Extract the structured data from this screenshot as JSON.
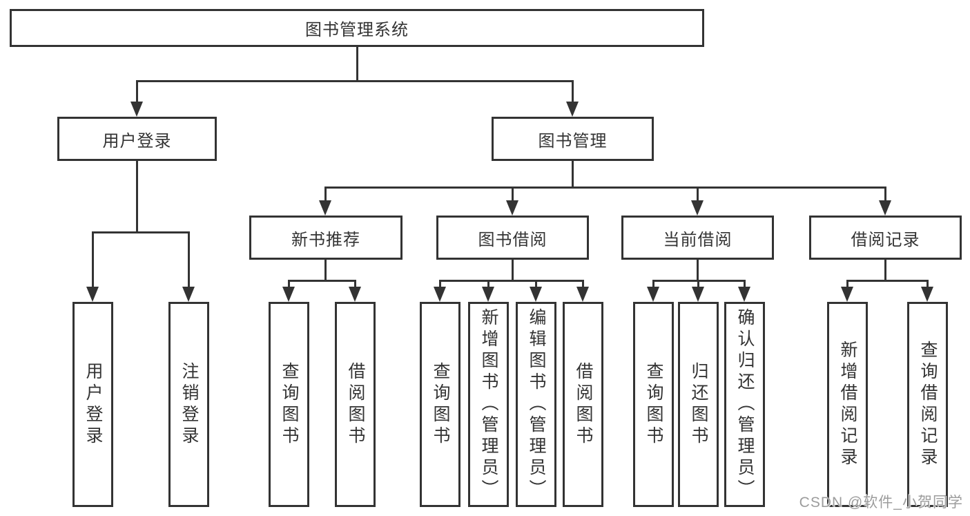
{
  "diagram_title": "图书管理系统",
  "tree": {
    "root": {
      "label": "图书管理系统"
    },
    "level2": [
      {
        "label": "用户登录"
      },
      {
        "label": "图书管理"
      }
    ],
    "level3": [
      {
        "label": "新书推荐"
      },
      {
        "label": "图书借阅"
      },
      {
        "label": "当前借阅"
      },
      {
        "label": "借阅记录"
      }
    ],
    "leaves": {
      "user_login": [
        {
          "label": "用户登录"
        },
        {
          "label": "注销登录"
        }
      ],
      "new_book_recommend": [
        {
          "label": "查询图书"
        },
        {
          "label": "借阅图书"
        }
      ],
      "book_borrow": [
        {
          "label": "查询图书"
        },
        {
          "label": "新增图书（管理员）"
        },
        {
          "label": "编辑图书（管理员）"
        },
        {
          "label": "借阅图书"
        }
      ],
      "current_borrow": [
        {
          "label": "查询图书"
        },
        {
          "label": "归还图书"
        },
        {
          "label": "确认归还（管理员）"
        }
      ],
      "borrow_records": [
        {
          "label": "新增借阅记录"
        },
        {
          "label": "查询借阅记录"
        }
      ]
    }
  },
  "watermark": {
    "text": "CSDN @软件_小贺同学"
  },
  "colors": {
    "line": "#333333",
    "text": "#333333",
    "box_bg": "#ffffff",
    "background": "#ffffff",
    "watermark": "#9c9c9c"
  }
}
